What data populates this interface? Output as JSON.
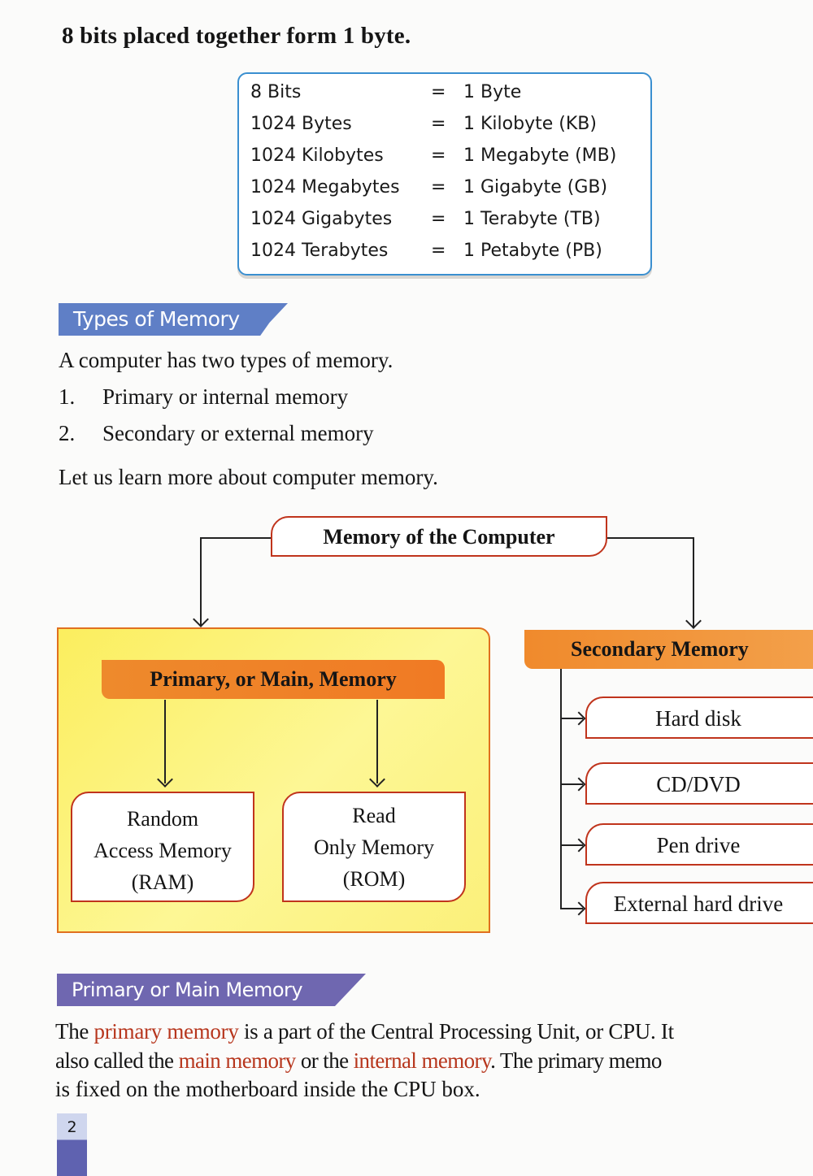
{
  "intro": "8 bits placed together form 1 byte.",
  "conversion_table": [
    {
      "lhs": "8 Bits",
      "eq": "=",
      "rhs": "1 Byte"
    },
    {
      "lhs": "1024 Bytes",
      "eq": "=",
      "rhs": "1 Kilobyte (KB)"
    },
    {
      "lhs": "1024 Kilobytes",
      "eq": "=",
      "rhs": "1 Megabyte (MB)"
    },
    {
      "lhs": "1024 Megabytes",
      "eq": "=",
      "rhs": "1 Gigabyte (GB)"
    },
    {
      "lhs": "1024 Gigabytes",
      "eq": "=",
      "rhs": "1 Terabyte (TB)"
    },
    {
      "lhs": "1024 Terabytes",
      "eq": "=",
      "rhs": "1 Petabyte (PB)"
    }
  ],
  "types_section": {
    "heading": "Types of Memory",
    "lead": "A computer has two types of memory.",
    "list": [
      {
        "num": "1.",
        "text": "Primary or internal memory"
      },
      {
        "num": "2.",
        "text": "Secondary or external memory"
      }
    ],
    "closing": "Let us learn more about computer memory."
  },
  "diagram": {
    "root": "Memory of the Computer",
    "primary": {
      "title": "Primary, or Main, Memory",
      "children": [
        {
          "lines": [
            "Random",
            "Access Memory",
            "(RAM)"
          ]
        },
        {
          "lines": [
            "Read",
            "Only Memory",
            "(ROM)"
          ]
        }
      ]
    },
    "secondary": {
      "title": "Secondary Memory",
      "children": [
        "Hard disk",
        "CD/DVD",
        "Pen drive",
        "External hard drive"
      ]
    }
  },
  "primary_section": {
    "heading": "Primary or Main Memory",
    "p1": "The ",
    "h1": "primary memory",
    "p2": " is a part of the Central Processing Unit, or CPU. It",
    "p3": "also called the ",
    "h2": "main memory",
    "p4": " or the ",
    "h3": "internal memory",
    "p5": ". The primary memo",
    "p6": "is fixed on the motherboard inside the CPU box."
  },
  "page_number": "2",
  "colors": {
    "accent_red": "#b7361d",
    "table_border": "#3a8fd0",
    "heading_blue": "#5f7fc6",
    "heading_purple": "#6f67b0",
    "panel_yellow": "#fbf26a",
    "header_orange": "#f08a2c"
  }
}
